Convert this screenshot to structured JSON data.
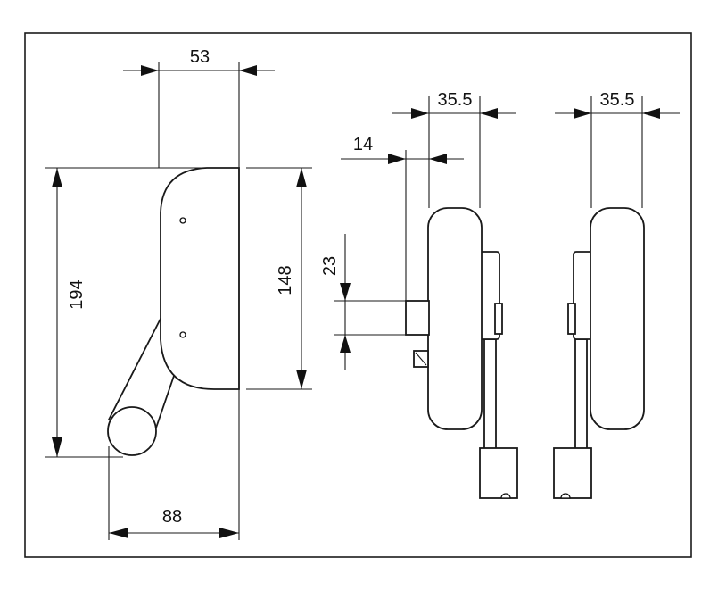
{
  "drawing": {
    "colors": {
      "line": "#1a1a1a",
      "background": "#ffffff"
    },
    "dimensions": {
      "top_width": "53",
      "total_height": "194",
      "body_height": "148",
      "total_width": "88",
      "side_depth_a": "35.5",
      "side_depth_b": "35.5",
      "spindle_offset": "14",
      "spindle_size": "23"
    }
  }
}
